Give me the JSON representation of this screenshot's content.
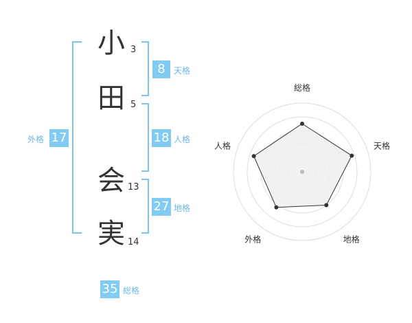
{
  "name": {
    "chars": [
      {
        "char": "小",
        "strokes": "3"
      },
      {
        "char": "田",
        "strokes": "5"
      },
      {
        "char": "会",
        "strokes": "13"
      },
      {
        "char": "実",
        "strokes": "14"
      }
    ]
  },
  "fortune": {
    "tenkaku": {
      "value": "8",
      "label": "天格"
    },
    "jinkaku": {
      "value": "18",
      "label": "人格"
    },
    "chikaku": {
      "value": "27",
      "label": "地格"
    },
    "gaikaku": {
      "value": "17",
      "label": "外格"
    },
    "soukaku": {
      "value": "35",
      "label": "総格"
    }
  },
  "chart_data": {
    "type": "radar",
    "axes": [
      "総格",
      "天格",
      "地格",
      "外格",
      "人格"
    ],
    "levels": 4,
    "max": 5,
    "values": [
      3.5,
      3.8,
      3.0,
      3.2,
      3.7
    ],
    "colors": {
      "fill": "#efefef",
      "line": "#333333",
      "grid": "#dddddd",
      "center": "#bdbdbd"
    }
  }
}
